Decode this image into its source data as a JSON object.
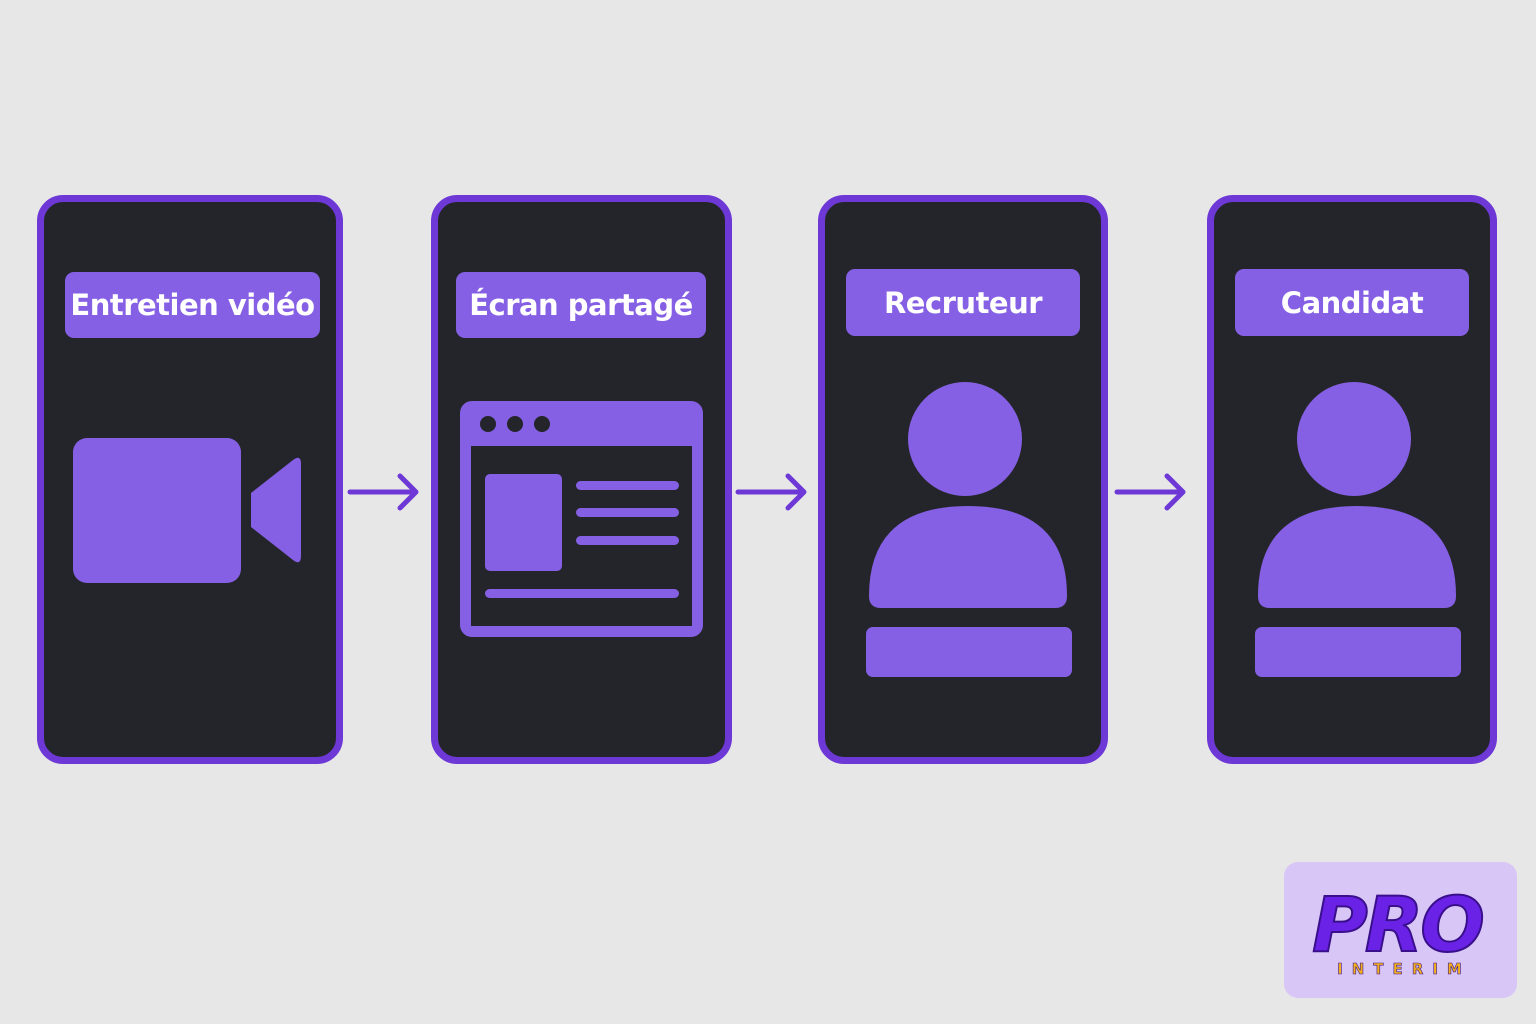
{
  "steps": [
    {
      "label": "Entretien vidéo",
      "icon": "video-camera-icon"
    },
    {
      "label": "Écran partagé",
      "icon": "shared-screen-window-icon"
    },
    {
      "label": "Recruteur",
      "icon": "person-icon"
    },
    {
      "label": "Candidat",
      "icon": "person-icon"
    }
  ],
  "connectors": [
    "arrow-right-icon",
    "arrow-right-icon",
    "arrow-right-icon"
  ],
  "logo": {
    "brand": "PRO",
    "tagline": "INTERIM"
  },
  "colors": {
    "background": "#e8e7e8",
    "panel_fill": "#24252a",
    "panel_border": "#6d38d6",
    "accent": "#8560e4",
    "logo_bg": "#d8c6f6",
    "logo_text": "#6a22e6",
    "logo_tagline": "#f2b01e"
  }
}
